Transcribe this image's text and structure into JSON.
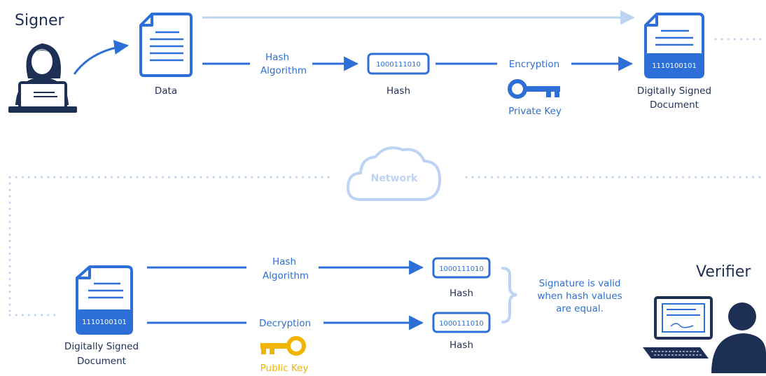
{
  "signer_label": "Signer",
  "verifier_label": "Verifier",
  "top": {
    "data_label": "Data",
    "hash_algorithm_line1": "Hash",
    "hash_algorithm_line2": "Algorithm",
    "hash_value": "1000111010",
    "hash_label": "Hash",
    "encryption_label": "Encryption",
    "private_key_label": "Private Key",
    "signed_doc_value": "1110100101",
    "signed_doc_line1": "Digitally Signed",
    "signed_doc_line2": "Document"
  },
  "network_label": "Network",
  "bottom": {
    "signed_doc_value": "1110100101",
    "signed_doc_line1": "Digitally Signed",
    "signed_doc_line2": "Document",
    "hash_algorithm_line1": "Hash",
    "hash_algorithm_line2": "Algorithm",
    "decryption_label": "Decryption",
    "public_key_label": "Public Key",
    "hash1_value": "1000111010",
    "hash1_label": "Hash",
    "hash2_value": "1000111010",
    "hash2_label": "Hash",
    "signature_line1": "Signature is valid",
    "signature_line2": "when hash values",
    "signature_line3": "are equal."
  },
  "colors": {
    "primary": "#2d6fd6",
    "dark": "#1e2f55",
    "light": "#bcd3f2",
    "gold": "#f1b400"
  }
}
